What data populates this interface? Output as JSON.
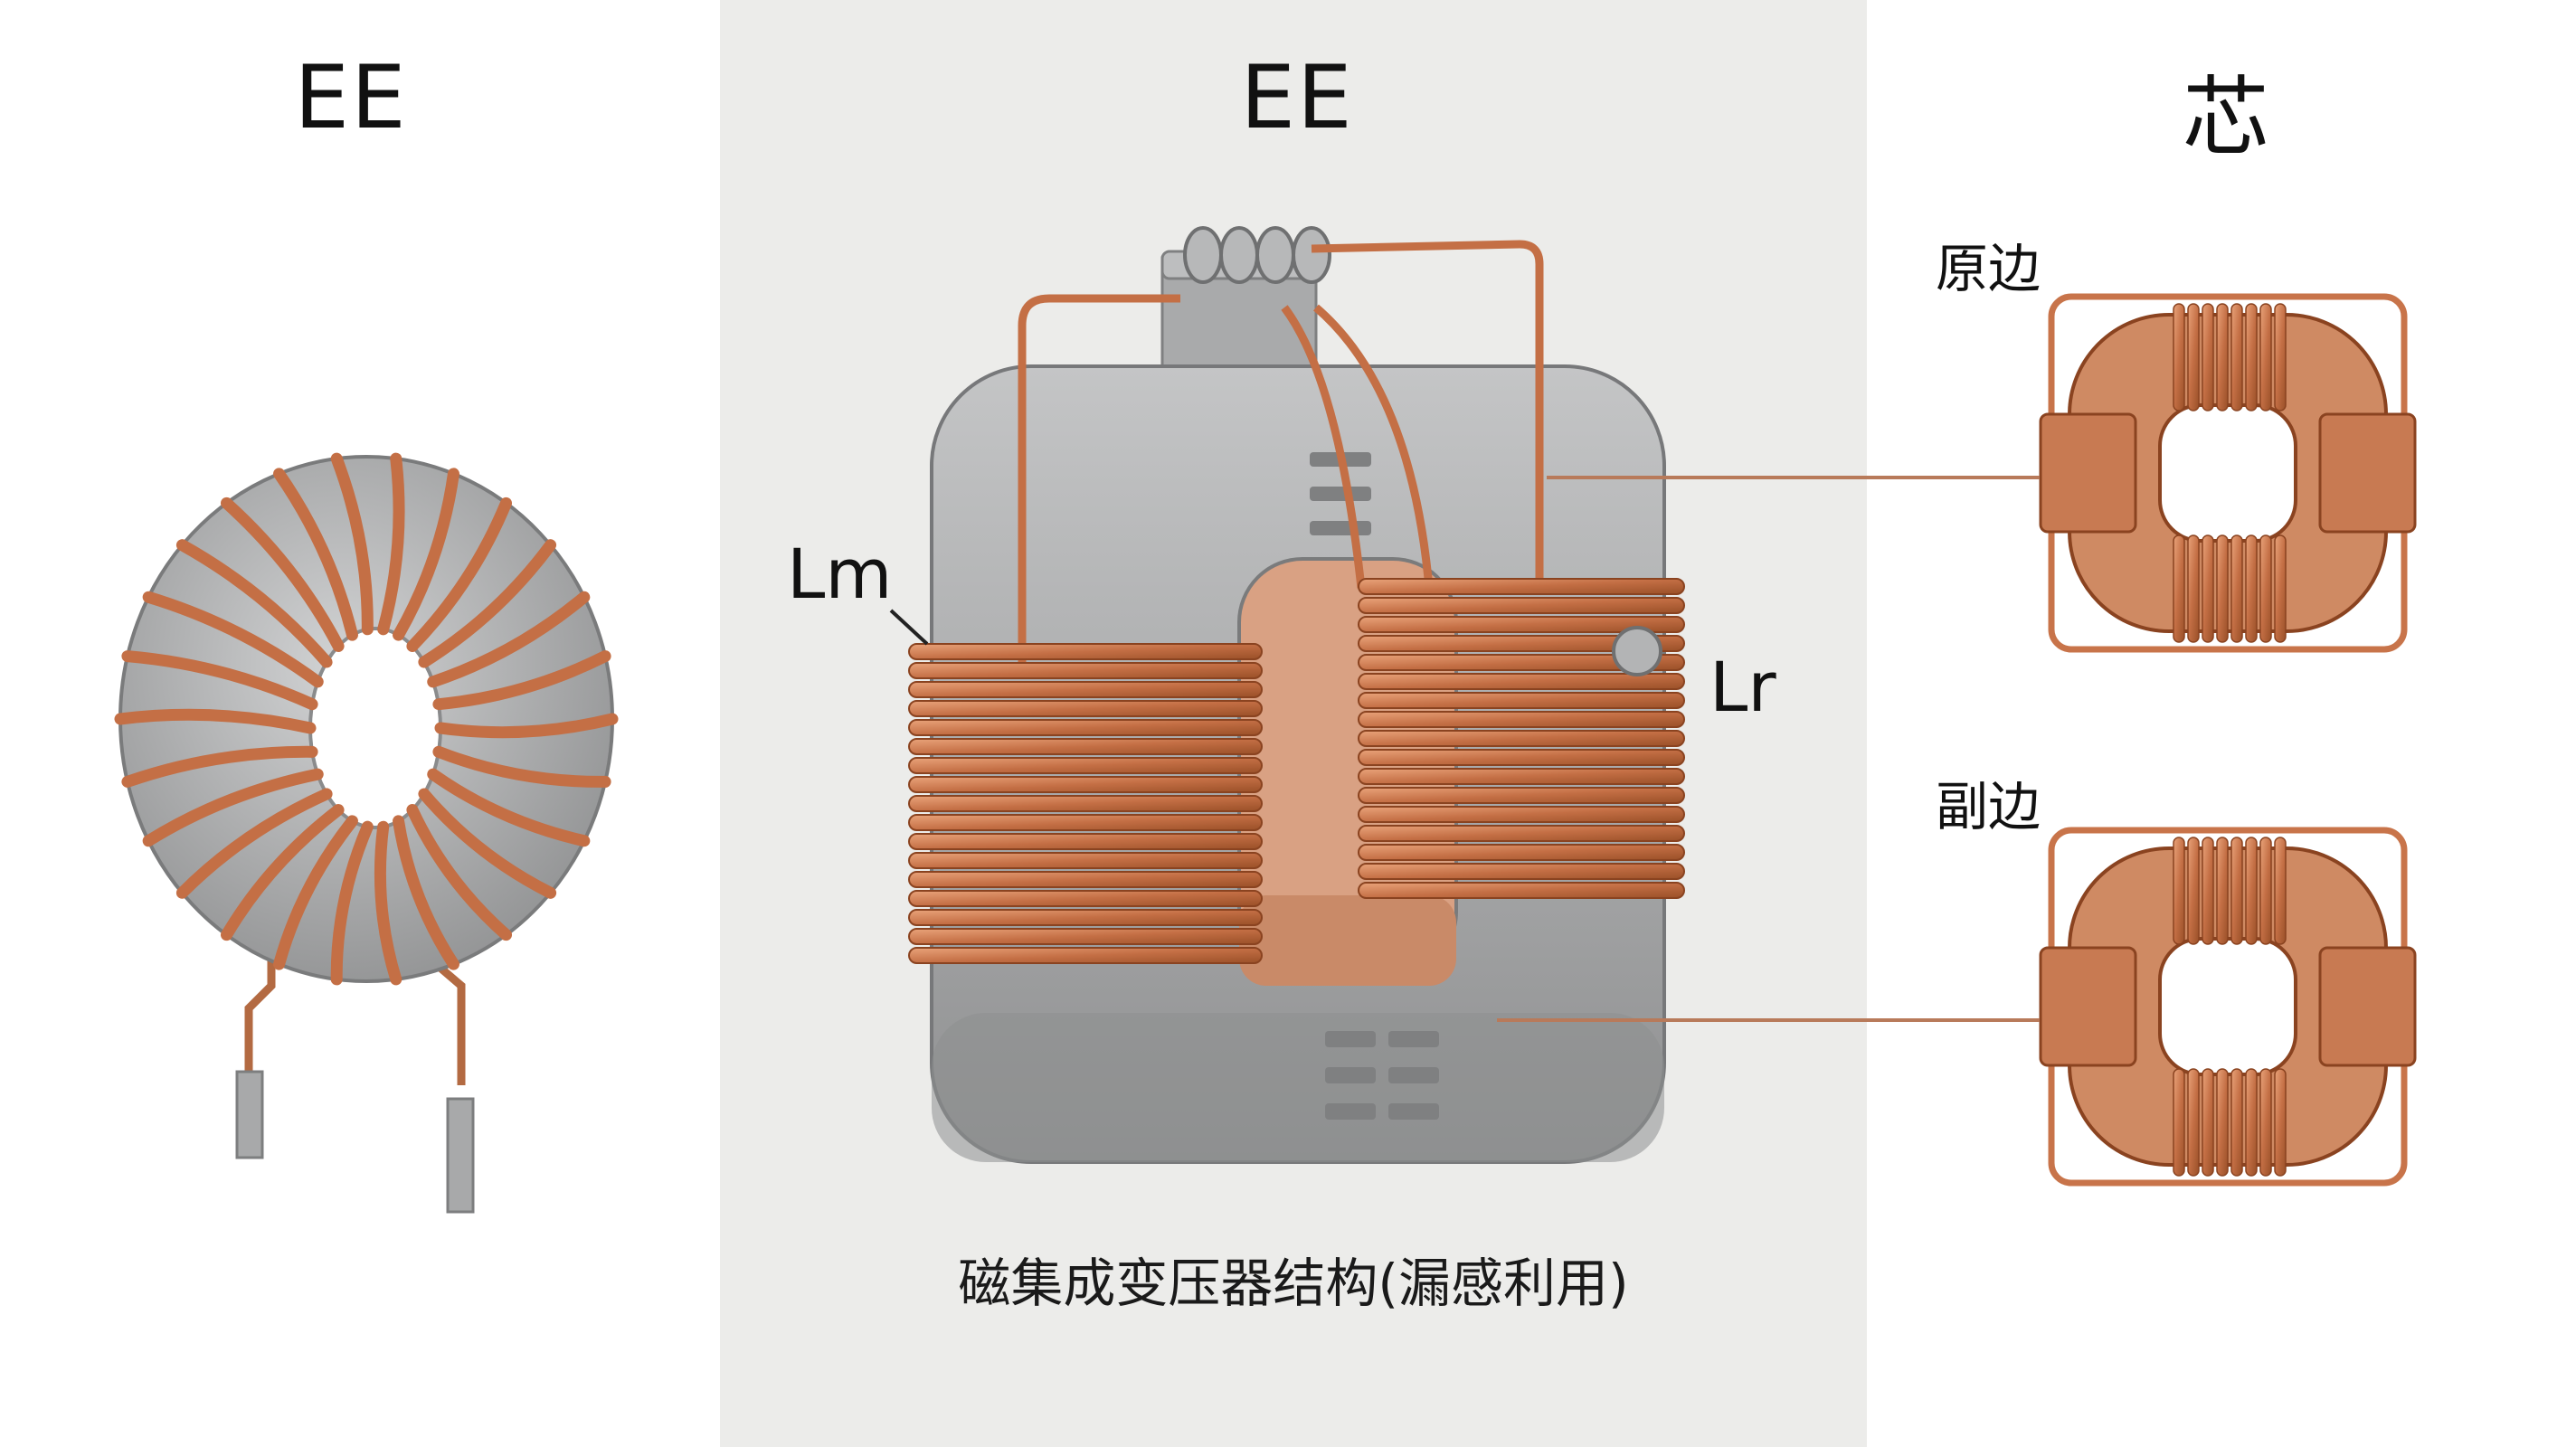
{
  "panels": {
    "left": {
      "title": "EE"
    },
    "middle": {
      "title": "EE",
      "caption": "磁集成变压器结构(漏感利用)"
    },
    "right": {
      "title": "芯"
    }
  },
  "labels": {
    "lm": "Lm",
    "lr": "Lr",
    "primary": "原边",
    "secondary": "副边"
  },
  "colors": {
    "copper": "#c8744a",
    "copper_dark": "#8a4320",
    "copper_light": "#f0b08a",
    "core_gray": "#a9aaab",
    "core_dark": "#858687",
    "middle_bg": "#ececea",
    "leader_line": "#b87a5a"
  }
}
